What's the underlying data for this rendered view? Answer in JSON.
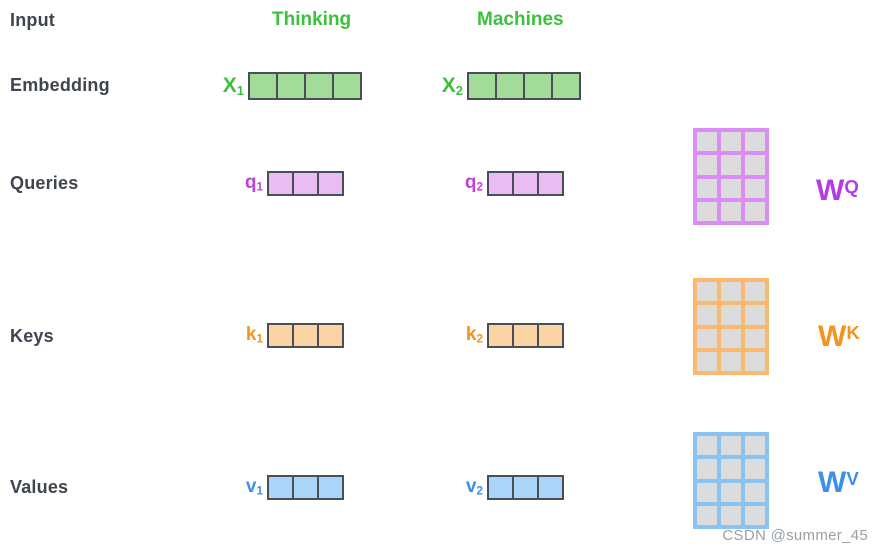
{
  "colors": {
    "text-dark": "#3f4450",
    "green": "#3ec03e",
    "green-fill": "#a2dc98",
    "purple": "#c43fe0",
    "purple-w": "#b23ce8",
    "purple-fill": "#e9bcf4",
    "purple-line": "#da8df2",
    "orange": "#f5941d",
    "orange-fill": "#fcd3a2",
    "orange-line": "#f9ba6e",
    "blue": "#3e8fe8",
    "blue-fill": "#abd5f8",
    "blue-line": "#8ac2f4",
    "cell-border": "#4a4e59",
    "matrix-cell": "#dcdcdc",
    "watermark": "#9aa0a6"
  },
  "row_labels": {
    "input": "Input",
    "embedding": "Embedding",
    "queries": "Queries",
    "keys": "Keys",
    "values": "Values"
  },
  "column_headers": {
    "col1": "Thinking",
    "col2": "Machines"
  },
  "vectors": {
    "x1": {
      "base": "X",
      "sub": "1",
      "cells": 4
    },
    "x2": {
      "base": "X",
      "sub": "2",
      "cells": 4
    },
    "q1": {
      "base": "q",
      "sub": "1",
      "cells": 3
    },
    "q2": {
      "base": "q",
      "sub": "2",
      "cells": 3
    },
    "k1": {
      "base": "k",
      "sub": "1",
      "cells": 3
    },
    "k2": {
      "base": "k",
      "sub": "2",
      "cells": 3
    },
    "v1": {
      "base": "v",
      "sub": "1",
      "cells": 3
    },
    "v2": {
      "base": "v",
      "sub": "2",
      "cells": 3
    }
  },
  "matrices": {
    "wq": {
      "base": "W",
      "sup": "Q",
      "rows": 4,
      "cols": 3,
      "cells": 12
    },
    "wk": {
      "base": "W",
      "sup": "K",
      "rows": 4,
      "cols": 3,
      "cells": 12
    },
    "wv": {
      "base": "W",
      "sup": "V",
      "rows": 4,
      "cols": 3,
      "cells": 12
    }
  },
  "watermark": "CSDN @summer_45"
}
